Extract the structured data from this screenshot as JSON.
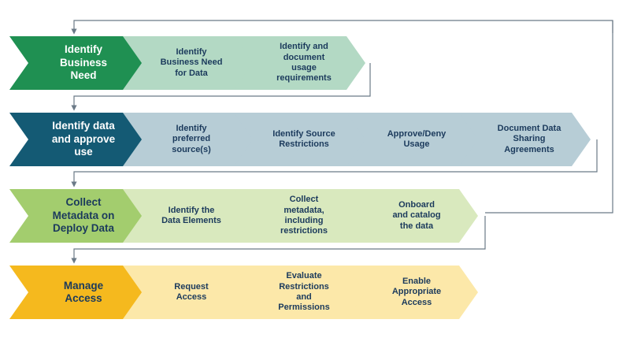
{
  "rows": [
    {
      "name": "business-need",
      "head": {
        "label": "Identify\nBusiness\nNeed",
        "fill": "#1f9052",
        "text": "#ffffff"
      },
      "step_fill": "#b3d9c4",
      "step_text": "#1b3a5c",
      "steps": [
        "Identify\nBusiness Need\nfor Data",
        "Identify and\ndocument\nusage\nrequirements"
      ]
    },
    {
      "name": "data-approval",
      "head": {
        "label": "Identify data\nand approve\nuse",
        "fill": "#145a74",
        "text": "#ffffff"
      },
      "step_fill": "#b7cdd6",
      "step_text": "#1b3a5c",
      "steps": [
        "Identify\npreferred\nsource(s)",
        "Identify Source\nRestrictions",
        "Approve/Deny\nUsage",
        "Document Data\nSharing\nAgreements"
      ]
    },
    {
      "name": "metadata",
      "head": {
        "label": "Collect\nMetadata on\nDeploy Data",
        "fill": "#a3cd6e",
        "text": "#1b3a5c"
      },
      "step_fill": "#d9e9be",
      "step_text": "#1b3a5c",
      "steps": [
        "Identify the\nData Elements",
        "Collect\nmetadata,\nincluding\nrestrictions",
        "Onboard\nand catalog\nthe data"
      ]
    },
    {
      "name": "access",
      "head": {
        "label": "Manage\nAccess",
        "fill": "#f5b91e",
        "text": "#1b3a5c"
      },
      "step_fill": "#fce8a9",
      "step_text": "#1b3a5c",
      "steps": [
        "Request\nAccess",
        "Evaluate\nRestrictions\nand\nPermissions",
        "Enable\nAppropriate\nAccess"
      ]
    }
  ],
  "connector_color": "#6b7a87"
}
